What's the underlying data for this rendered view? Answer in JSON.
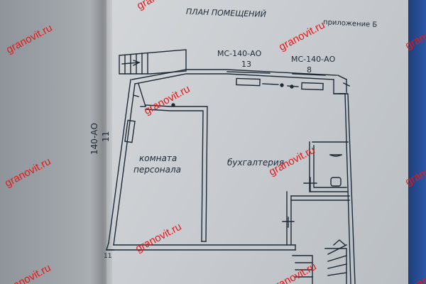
{
  "document": {
    "title": "ПЛАН ПОМЕЩЕНИЙ",
    "appendix": "приложение Б",
    "equipment": [
      {
        "model": "МС-140-АО",
        "number": "13"
      },
      {
        "model": "МС-140-АО",
        "number": "8"
      }
    ],
    "side_equipment": {
      "number": "11",
      "model": "140-АО"
    },
    "rooms": [
      {
        "line1": "комната",
        "line2": "персонала"
      },
      {
        "line1": "бухгалтерия"
      }
    ],
    "corner_number": "11"
  },
  "watermarks": [
    "granovit.ru",
    "granovit.ru",
    "granovit.ru",
    "granovit.ru",
    "granovit.ru",
    "granovit.ru",
    "granovit.ru",
    "granovit.ru",
    "granovit.ru",
    "granovit.ru",
    "granovit.ru",
    "granovit.ru"
  ],
  "colors": {
    "ink": "#1e2a36",
    "watermark": "#e21a1a",
    "binder": "#2c57a8"
  }
}
